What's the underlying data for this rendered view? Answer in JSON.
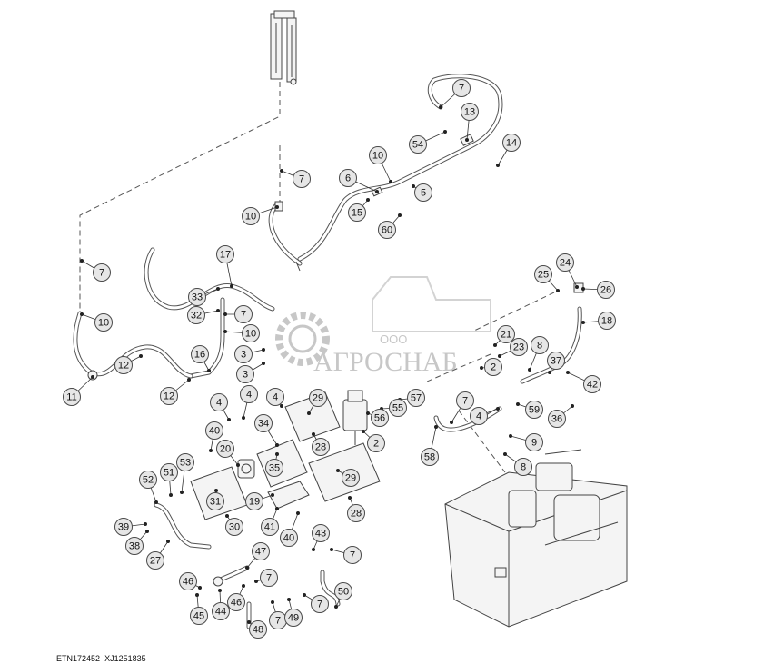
{
  "watermark": {
    "company": "ООО",
    "brand": "АГРОСНАБ"
  },
  "footer": {
    "code1": "ETN172452",
    "code2": "XJ1251835"
  },
  "colors": {
    "line": "#555555",
    "callout_fill": "#e6e6e6",
    "watermark": "#b5b5b5"
  },
  "callouts": [
    {
      "label": "7"
    },
    {
      "label": "13"
    },
    {
      "label": "54"
    },
    {
      "label": "14"
    },
    {
      "label": "10"
    },
    {
      "label": "6"
    },
    {
      "label": "5"
    },
    {
      "label": "7"
    },
    {
      "label": "15"
    },
    {
      "label": "60"
    },
    {
      "label": "10"
    },
    {
      "label": "17"
    },
    {
      "label": "7"
    },
    {
      "label": "33"
    },
    {
      "label": "32"
    },
    {
      "label": "7"
    },
    {
      "label": "10"
    },
    {
      "label": "10"
    },
    {
      "label": "16"
    },
    {
      "label": "3"
    },
    {
      "label": "3"
    },
    {
      "label": "12"
    },
    {
      "label": "12"
    },
    {
      "label": "11"
    },
    {
      "label": "24"
    },
    {
      "label": "25"
    },
    {
      "label": "26"
    },
    {
      "label": "18"
    },
    {
      "label": "21"
    },
    {
      "label": "23"
    },
    {
      "label": "2"
    },
    {
      "label": "8"
    },
    {
      "label": "37"
    },
    {
      "label": "42"
    },
    {
      "label": "59"
    },
    {
      "label": "36"
    },
    {
      "label": "4"
    },
    {
      "label": "7"
    },
    {
      "label": "57"
    },
    {
      "label": "55"
    },
    {
      "label": "56"
    },
    {
      "label": "2"
    },
    {
      "label": "9"
    },
    {
      "label": "8"
    },
    {
      "label": "58"
    },
    {
      "label": "4"
    },
    {
      "label": "4"
    },
    {
      "label": "4"
    },
    {
      "label": "29"
    },
    {
      "label": "34"
    },
    {
      "label": "40"
    },
    {
      "label": "20"
    },
    {
      "label": "35"
    },
    {
      "label": "28"
    },
    {
      "label": "29"
    },
    {
      "label": "28"
    },
    {
      "label": "53"
    },
    {
      "label": "51"
    },
    {
      "label": "52"
    },
    {
      "label": "31"
    },
    {
      "label": "19"
    },
    {
      "label": "30"
    },
    {
      "label": "41"
    },
    {
      "label": "40"
    },
    {
      "label": "39"
    },
    {
      "label": "38"
    },
    {
      "label": "27"
    },
    {
      "label": "43"
    },
    {
      "label": "7"
    },
    {
      "label": "47"
    },
    {
      "label": "7"
    },
    {
      "label": "46"
    },
    {
      "label": "44"
    },
    {
      "label": "46"
    },
    {
      "label": "45"
    },
    {
      "label": "7"
    },
    {
      "label": "49"
    },
    {
      "label": "48"
    },
    {
      "label": "7"
    },
    {
      "label": "50"
    }
  ]
}
